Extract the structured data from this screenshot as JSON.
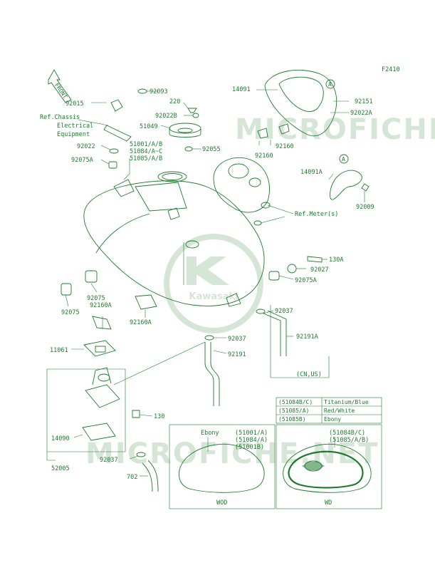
{
  "figure_code": "F2410",
  "front_label": "FRONT",
  "watermark_text": "MICROFICHE.NET",
  "logo_text": "Kawasaki",
  "colors": {
    "line": "#1f7a2e",
    "watermark": "#d6e6d6",
    "background": "#ffffff"
  },
  "labels": {
    "p92093": "92093",
    "p92015": "92015",
    "ref_chassis_1": "Ref.Chassis",
    "ref_chassis_2": "Electrical",
    "ref_chassis_3": "Equipment",
    "p220": "220",
    "p92022B": "92022B",
    "p51049": "51049",
    "p92022": "92022",
    "p51001": "51001/A/B",
    "p51084": "51084/A~C",
    "p51085": "51085/A/B",
    "p92055": "92055",
    "p92075A_top": "92075A",
    "p14091": "14091",
    "p92151": "92151",
    "p92022A": "92022A",
    "p92160_a": "92160",
    "p92160_b": "92160",
    "p14091A": "14091A",
    "p92009": "92009",
    "ref_meter": "Ref.Meter(s)",
    "p130A": "130A",
    "p92027": "92027",
    "p92075A_right": "92075A",
    "p92075_a": "92075",
    "p92160A_left": "92160A",
    "p92075_b": "92075",
    "p92160A_mid": "92160A",
    "p92037_right": "92037",
    "p92191A": "92191A",
    "cn_us": "(CN,US)",
    "p11061": "11061",
    "p92037_mid": "92037",
    "p92191": "92191",
    "p130": "130",
    "p14090": "14090",
    "p92037_bottom": "92037",
    "p52005": "52005",
    "p702": "702",
    "callout_a": "A",
    "callout_a2": "A"
  },
  "color_table": [
    {
      "code": "(51084B/C)",
      "color": "Titanium/Blue"
    },
    {
      "code": "(51085/A)",
      "color": "Red/White"
    },
    {
      "code": "(51085B)",
      "color": "Ebony"
    }
  ],
  "wod_panel": {
    "label": "WOD",
    "color_name": "Ebony",
    "codes": [
      "(51001/A)",
      "(51084/A)",
      "(51001B)"
    ]
  },
  "wd_panel": {
    "label": "WD",
    "codes": [
      "(51084B/C)",
      "(51085/A/B)"
    ]
  }
}
